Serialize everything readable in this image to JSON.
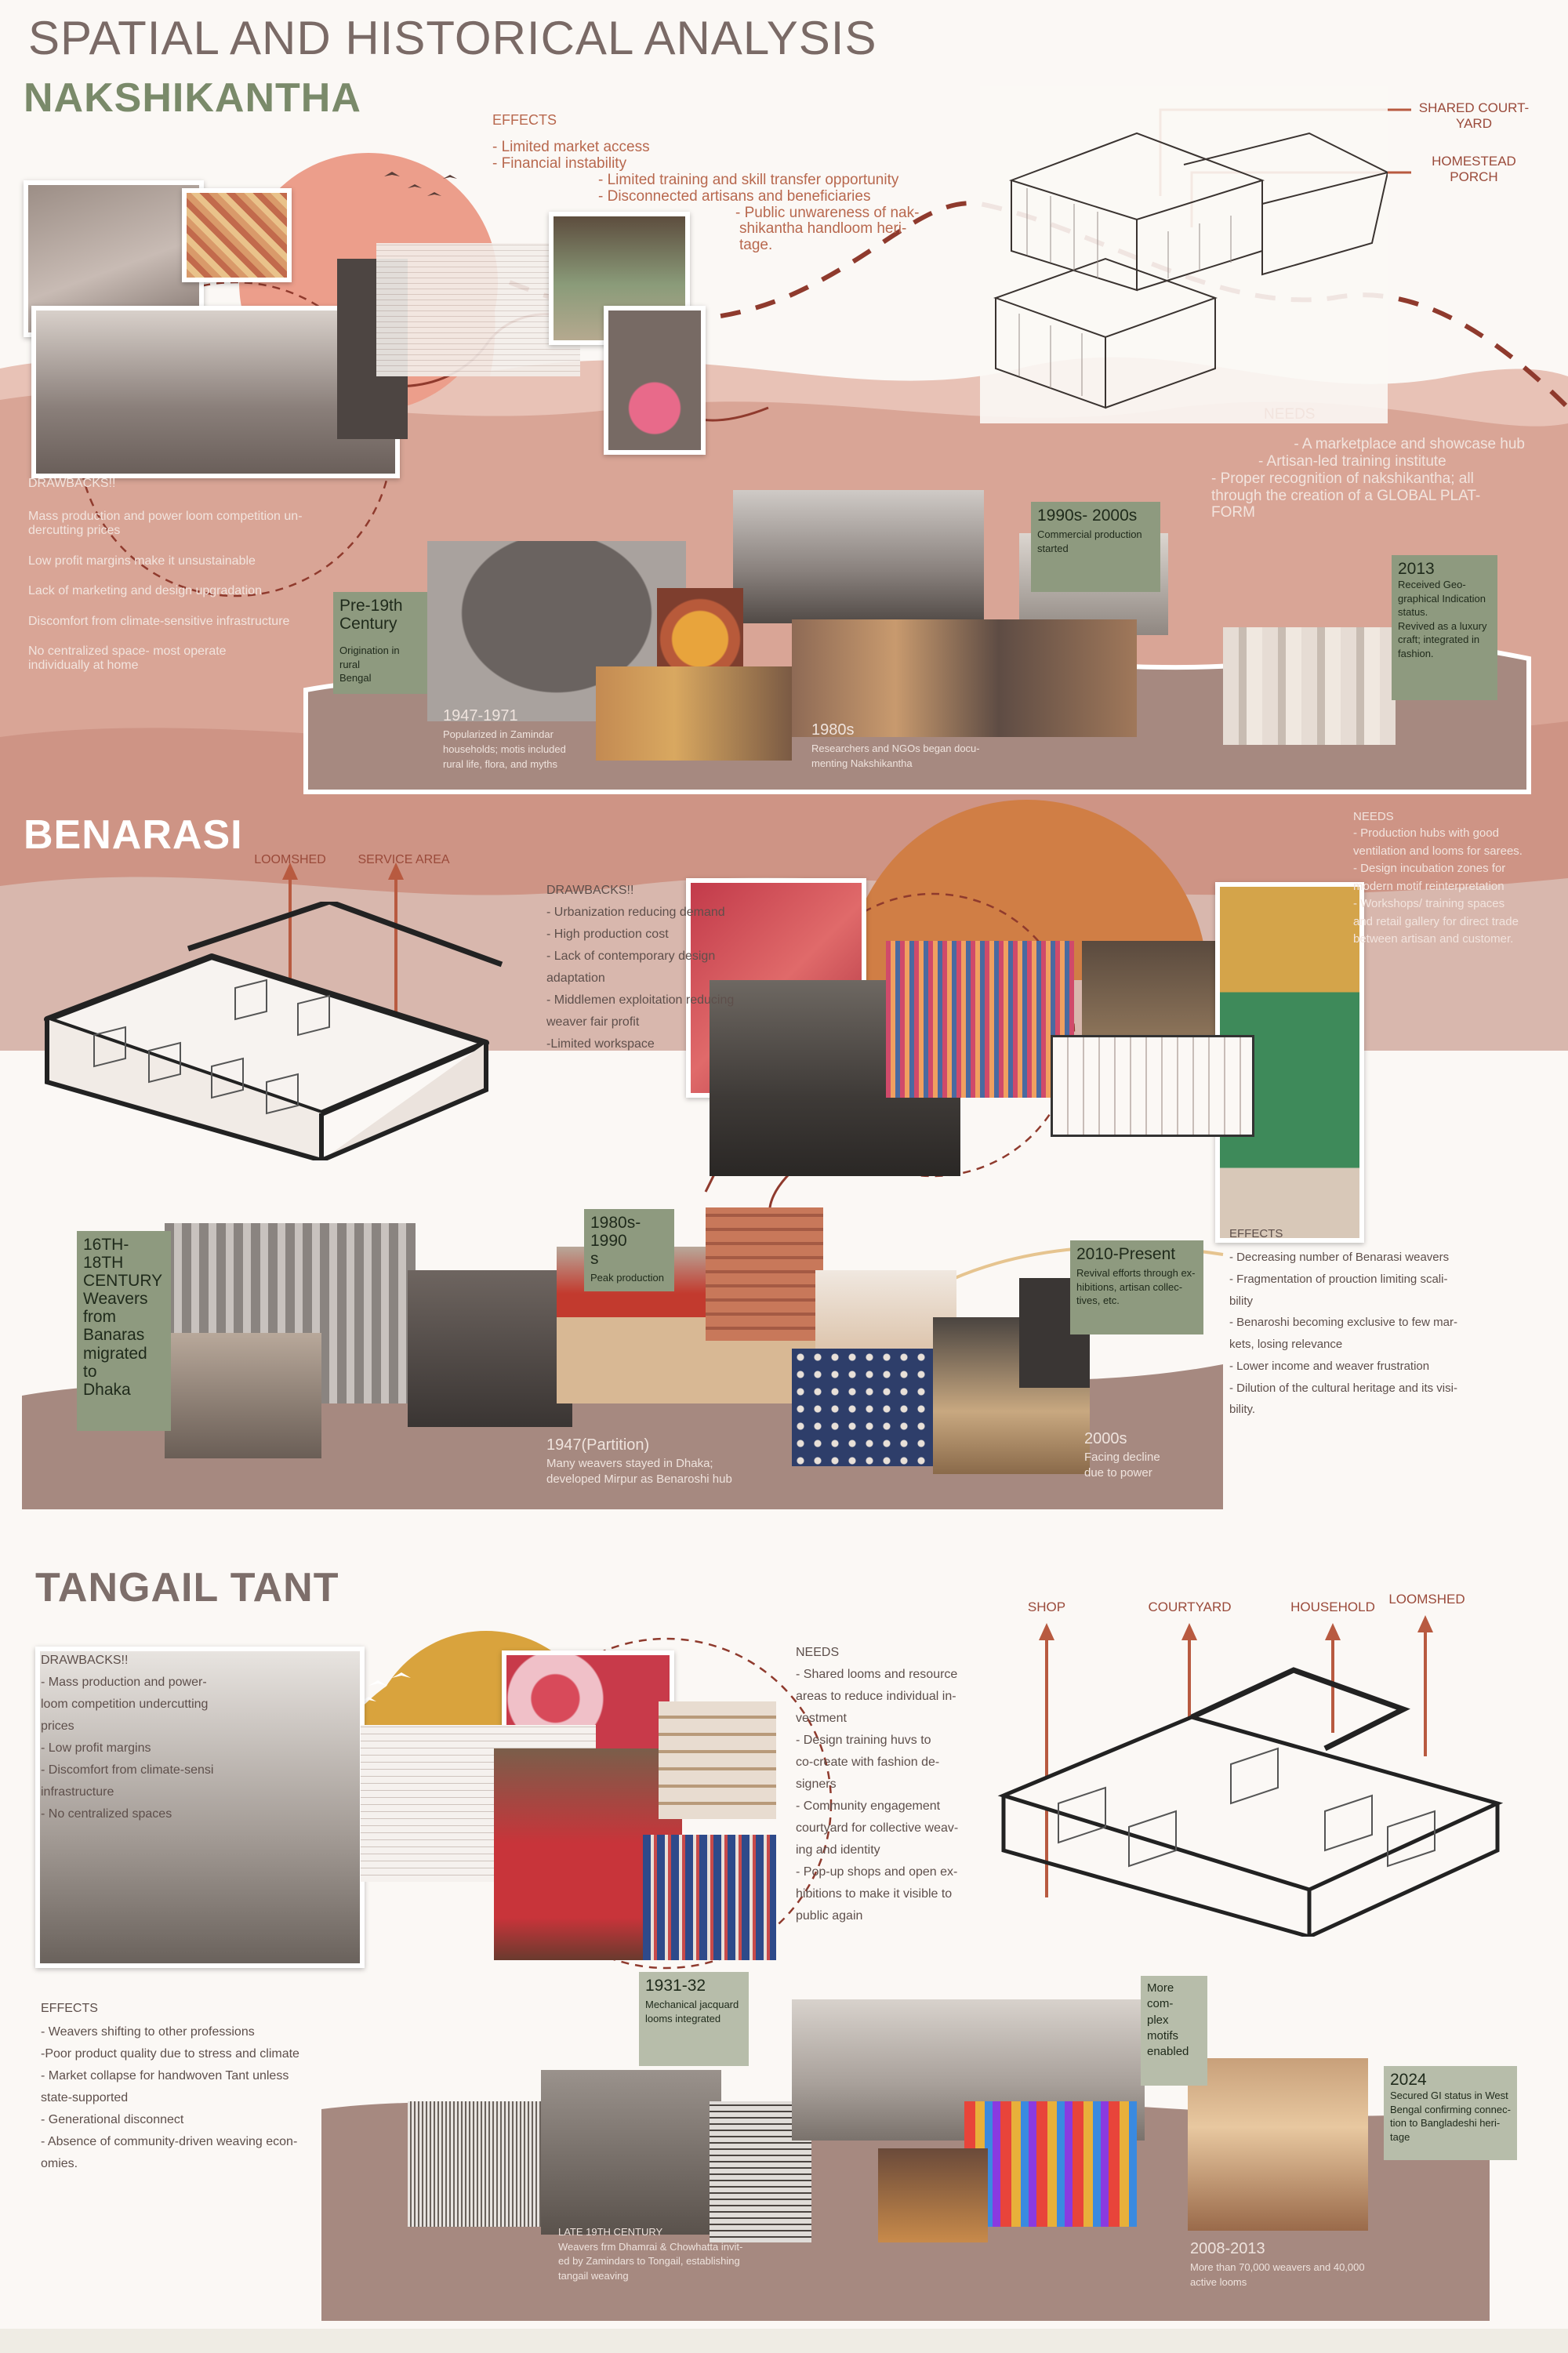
{
  "title": "SPATIAL AND HISTORICAL ANALYSIS",
  "colors": {
    "band_pink": "#d9a596",
    "band_dark": "#c48778",
    "band_mauve": "#a88278",
    "sage": "#8e9a7f",
    "rust": "#8f3a2d",
    "sun": "#ec9e8b",
    "mustard": "#d9a33d",
    "orange": "#d07e45",
    "ground": "#a68980"
  },
  "nakshikantha": {
    "title": "NAKSHIKANTHA",
    "effects_heading": "EFFECTS",
    "effects": [
      "- Limited market access",
      "- Financial instability",
      "- Limited training and skill transfer opportunity",
      "- Disconnected artisans and beneficiaries",
      "- Public unwareness of nak-",
      "shikantha handloom heri-",
      "tage."
    ],
    "labels": {
      "courtyard": "SHARED COURT-\nYARD",
      "porch": "HOMESTEAD\nPORCH"
    },
    "needs_heading": "NEEDS",
    "needs": [
      "- A marketplace and showcase hub",
      "- Artisan-led training institute",
      "- Proper recognition of nakshikantha; all",
      "through the creation of a GLOBAL PLAT-",
      "FORM"
    ],
    "drawbacks_heading": "DRAWBACKS!!",
    "drawbacks": [
      "Mass production and power loom competition un-\ndercutting prices",
      "Low profit margins make it unsustainable",
      "Lack of marketing and design upgradation",
      "Discomfort from climate-sensitive infrastructure",
      "No centralized space- most operate\nindividually at home"
    ],
    "timeline": [
      {
        "year": "Pre-19th\nCentury",
        "text": "Origination in rural\nBengal"
      },
      {
        "year": "1947-1971",
        "text": "Popularized in Zamindar\nhouseholds; motis included\nrural life, flora, and myths"
      },
      {
        "year": "1980s",
        "text": "Researchers and NGOs began docu-\nmenting Nakshikantha"
      },
      {
        "year": "1990s- 2000s",
        "text": "Commercial production\nstarted"
      },
      {
        "year": "2013",
        "text": "Received Geo-\ngraphical Indication\nstatus.\nRevived as a luxury\ncraft; integrated in\nfashion."
      }
    ]
  },
  "benarasi": {
    "title": "BENARASI",
    "labels": {
      "loomshed": "LOOMSHED",
      "service": "SERVICE AREA"
    },
    "drawbacks_heading": "DRAWBACKS!!",
    "drawbacks": [
      "- Urbanization reducing demand",
      "- High production cost",
      "- Lack of contemporary design\nadaptation",
      "- Middlemen exploitation reducing\nweaver fair profit",
      "-Limited workspace"
    ],
    "needs_heading": "NEEDS",
    "needs": [
      "- Production hubs with good\nventilation and looms for sarees.",
      "- Design incubation zones for\nmodern motif reinterpretation",
      "- Workshops/ training spaces\nand retail gallery for direct trade\nbetween artisan and customer."
    ],
    "effects_heading": "EFFECTS",
    "effects": [
      "- Decreasing number of Benarasi weavers",
      "- Fragmentation of prouction limiting scali-\nbility",
      "- Benaroshi becoming exclusive to few mar-\nkets, losing relevance",
      "- Lower income and weaver frustration",
      "- Dilution of the cultural heritage and its visi-\nbility."
    ],
    "timeline": [
      {
        "year": "16TH-18TH\nCENTURY",
        "text": "Weavers\nfrom\nBanaras\nmigrated to\nDhaka"
      },
      {
        "year": "1947(Partition)",
        "text": "Many weavers stayed in Dhaka;\ndeveloped Mirpur as Benaroshi hub"
      },
      {
        "year": "1980s-1990\ns",
        "text": "Peak production"
      },
      {
        "year": "2010-Present",
        "text": "Revival efforts through ex-\nhibitions, artisan collec-\ntives, etc."
      },
      {
        "year": "2000s",
        "text": "Facing decline\ndue to power"
      }
    ]
  },
  "tangail": {
    "title": "TANGAIL TANT",
    "drawbacks_heading": "DRAWBACKS!!",
    "drawbacks": [
      "- Mass production and power-\nloom competition undercutting\nprices",
      "- Low profit margins",
      "- Discomfort from climate-sensi\ninfrastructure",
      "- No centralized spaces"
    ],
    "needs_heading": "NEEDS",
    "needs": [
      "- Shared looms and resource\nareas to reduce individual in-\nvestment",
      "- Design training huvs to\nco-create with fashion de-\nsigners",
      "- Community engagement\ncourtyard for collective weav-\ning and identity",
      "- Pop-up shops and open ex-\nhibitions to make it visible to\npublic again"
    ],
    "labels": {
      "shop": "SHOP",
      "courtyard": "COURTYARD",
      "household": "HOUSEHOLD",
      "loomshed": "LOOMSHED"
    },
    "effects_heading": "EFFECTS",
    "effects": [
      "- Weavers shifting to other professions",
      "-Poor product quality due to stress and climate",
      "- Market collapse for handwoven Tant unless\nstate-supported",
      "- Generational disconnect",
      "- Absence of community-driven weaving econ-\nomies."
    ],
    "timeline": [
      {
        "year": "1931-32",
        "text": "Mechanical jacquard\nlooms integrated"
      },
      {
        "year": "More com-\nplex motifs\nenabled",
        "text": ""
      },
      {
        "year": "LATE 19TH CENTURY",
        "text": "Weavers frm Dhamrai & Chowhatta invit-\ned by Zamindars to Tongail, establishing\ntangail weaving"
      },
      {
        "year": "2008-2013",
        "text": "More than 70,000 weavers and 40,000\nactive looms"
      },
      {
        "year": "2024",
        "text": "Secured GI status in West\nBengal confirming connec-\ntion to Bangladeshi heri-\ntage"
      }
    ]
  }
}
